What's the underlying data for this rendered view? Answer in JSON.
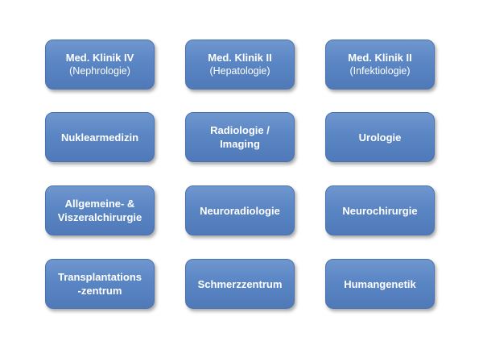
{
  "boxes": {
    "med_klinik_iv": {
      "title": "Med. Klinik IV",
      "subtitle": "(Nephrologie)"
    },
    "med_klinik_ii_hep": {
      "title": "Med. Klinik II",
      "subtitle": "(Hepatologie)"
    },
    "med_klinik_ii_inf": {
      "title": "Med. Klinik II",
      "subtitle": "(Infektiologie)"
    },
    "nuklearmedizin": {
      "title": "Nuklearmedizin"
    },
    "radiologie": {
      "title": "Radiologie /\nImaging"
    },
    "urologie": {
      "title": "Urologie"
    },
    "allgemeinchirurgie": {
      "title": "Allgemeine- &\nViszeralchirurgie"
    },
    "neuroradiologie": {
      "title": "Neuroradiologie"
    },
    "neurochirurgie": {
      "title": "Neurochirurgie"
    },
    "transplantationszentrum": {
      "title": "Transplantations\n-zentrum"
    },
    "schmerzzentrum": {
      "title": "Schmerzzentrum"
    },
    "humangenetik": {
      "title": "Humangenetik"
    }
  },
  "colors": {
    "box_fill": "#5b86c4",
    "box_border": "#4a72ae",
    "text": "#ffffff"
  }
}
